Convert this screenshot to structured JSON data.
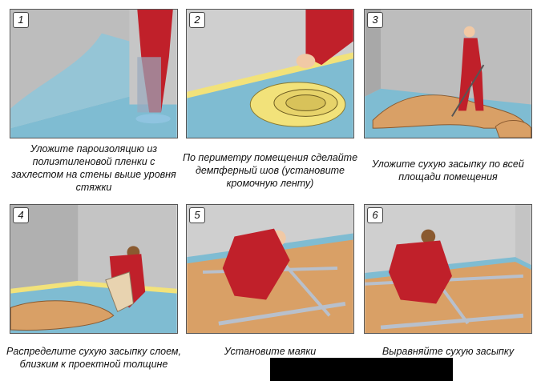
{
  "steps": [
    {
      "number": "1",
      "caption": "Уложите пароизоляцию из полиэтиленовой пленки с захлестом на стены выше уровня стяжки"
    },
    {
      "number": "2",
      "caption": "По периметру помещения сделайте демпферный шов (установите кромочную ленту)"
    },
    {
      "number": "3",
      "caption": "Уложите сухую засыпку по всей площади помещения"
    },
    {
      "number": "4",
      "caption": "Распределите сухую засыпку слоем, близким к проектной толщине"
    },
    {
      "number": "5",
      "caption": "Установите маяки"
    },
    {
      "number": "6",
      "caption": "Выравняйте сухую засыпку"
    }
  ],
  "colors": {
    "wall": "#c8c8c8",
    "floor": "#7fbcd2",
    "sand": "#d9a066",
    "worker": "#c0202a",
    "tape": "#f2e27a"
  }
}
